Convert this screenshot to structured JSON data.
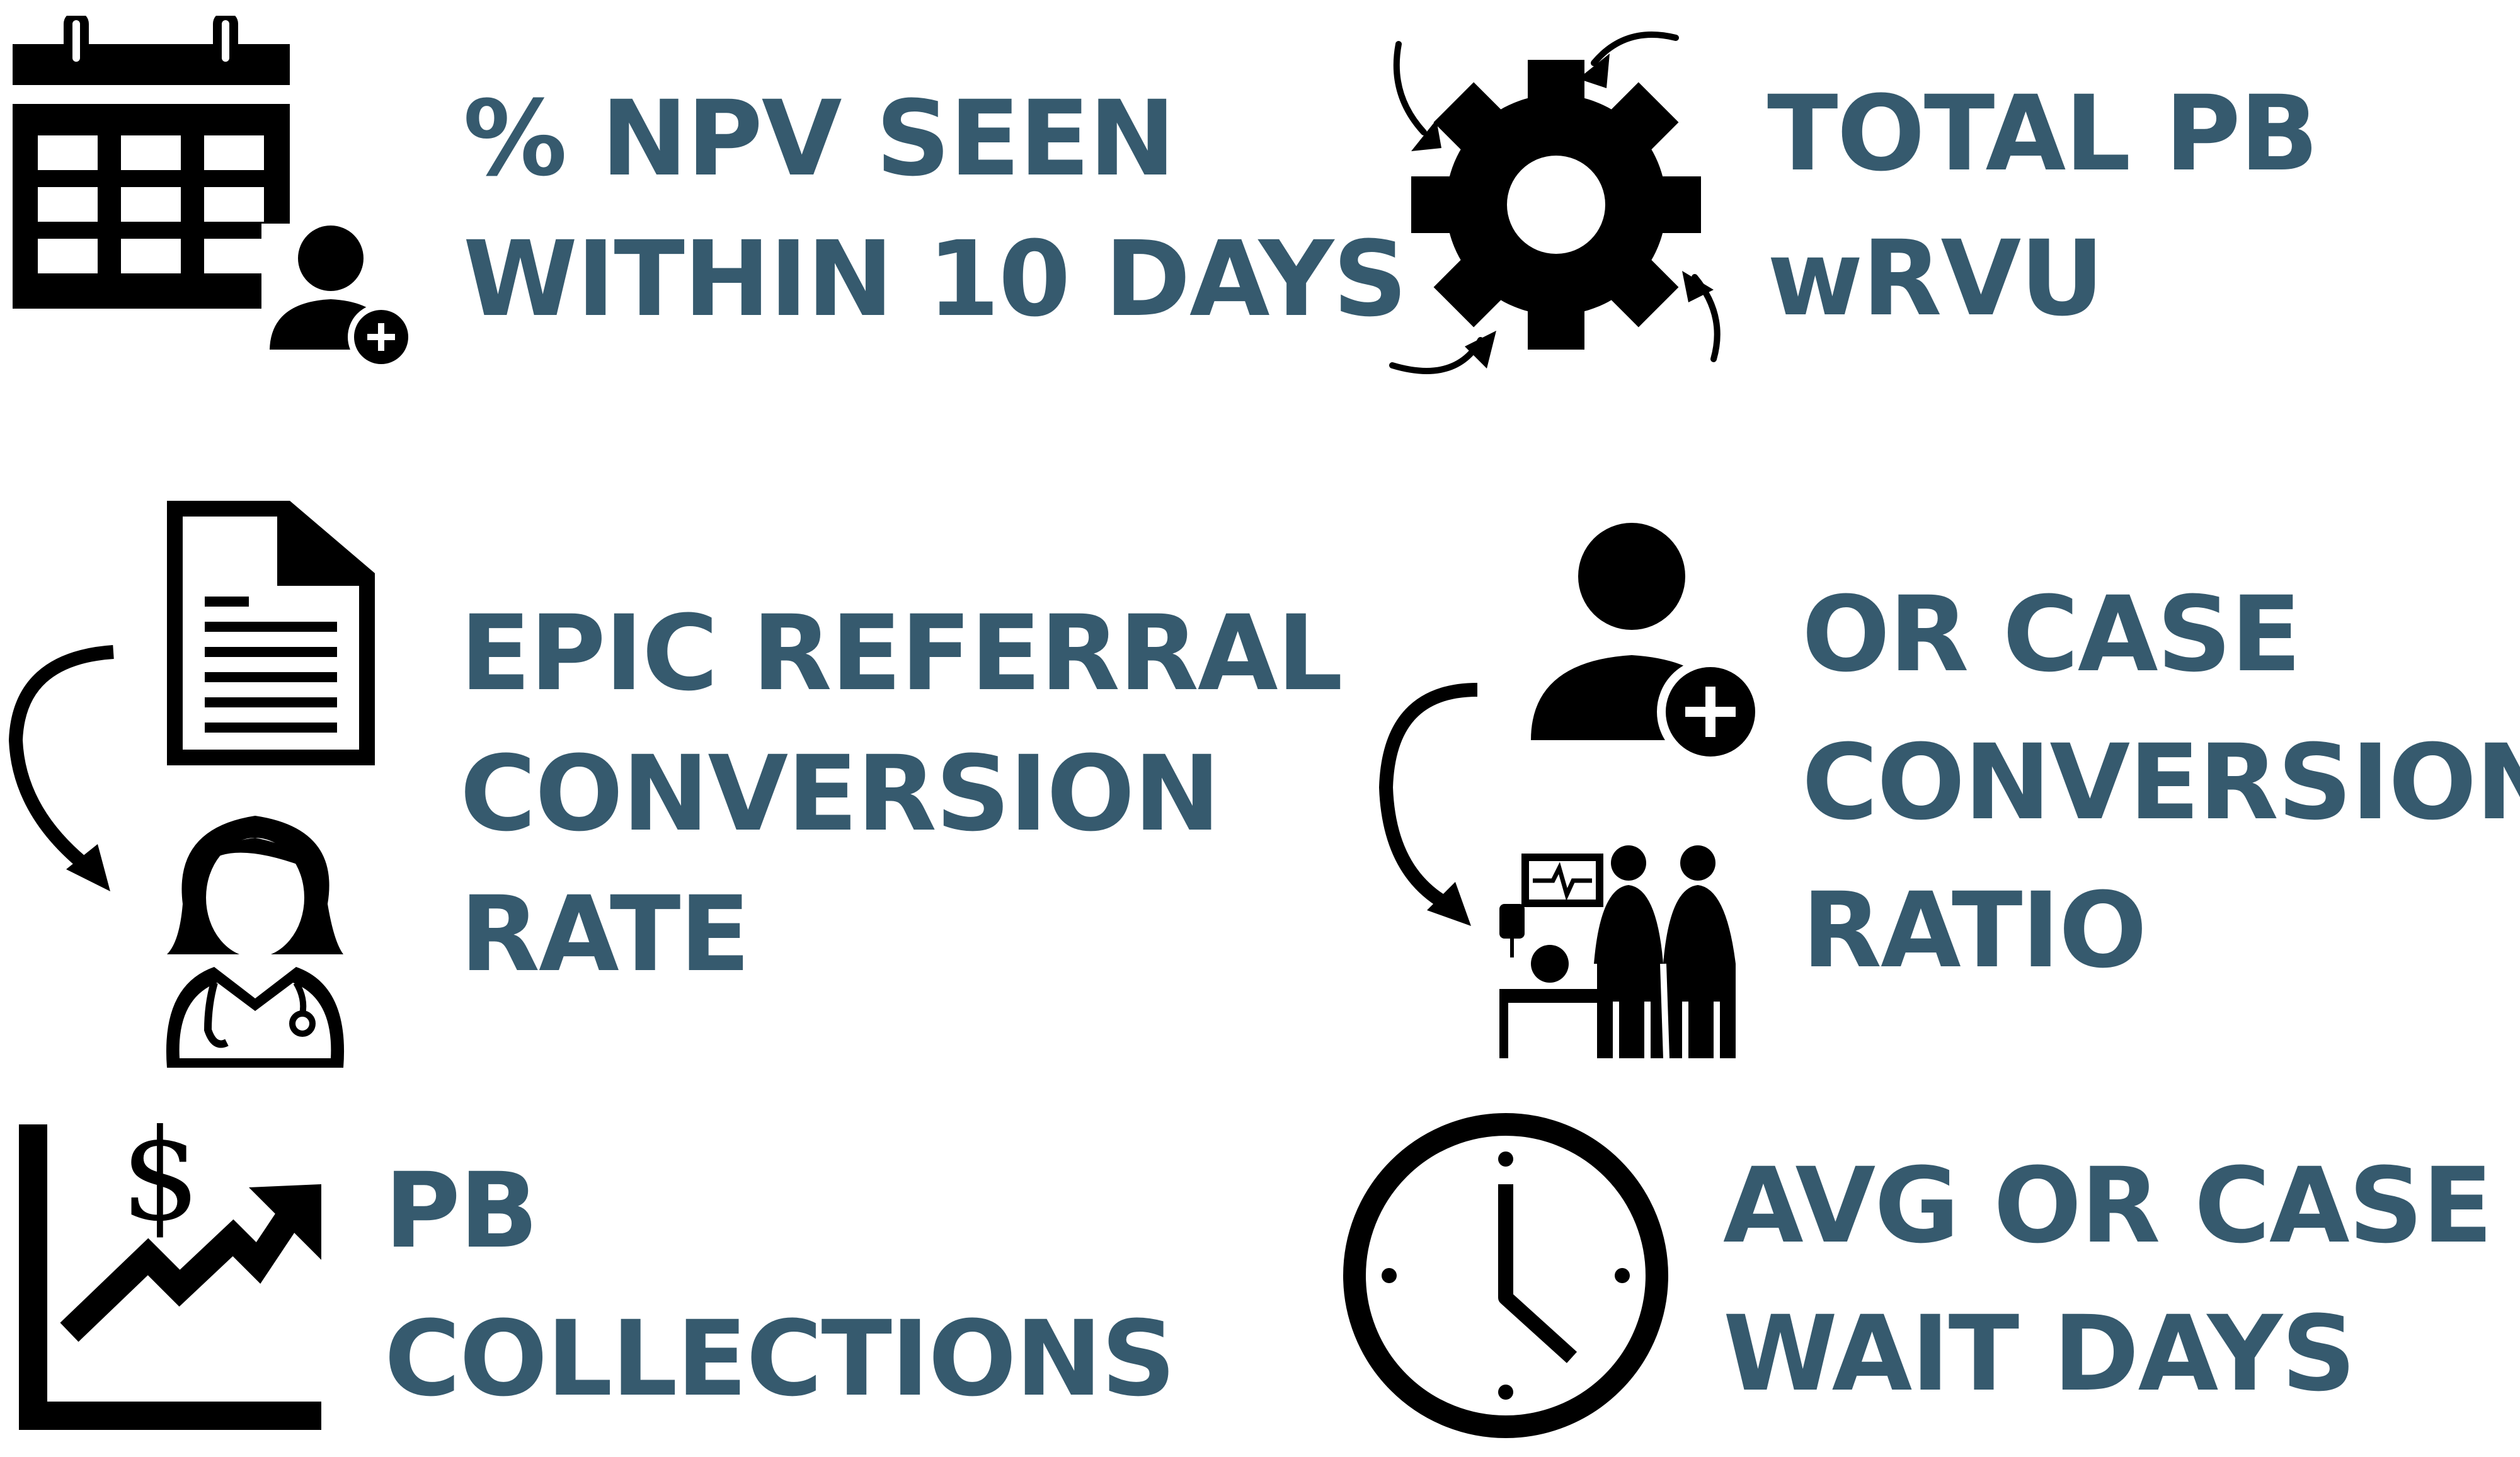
{
  "colors": {
    "label": "#365a6e",
    "icon": "#000000",
    "background": "#ffffff"
  },
  "metrics": [
    {
      "id": "npv",
      "icon": "calendar-add-user-icon",
      "lines": [
        "% NPV SEEN",
        "WITHIN 10 DAYS"
      ]
    },
    {
      "id": "wrvu",
      "icon": "gear-cycle-icon",
      "lines": [
        "TOTAL PB",
        "wRVU"
      ]
    },
    {
      "id": "referral",
      "icon": "document-to-doctor-icon",
      "lines": [
        "EPIC REFERRAL",
        "CONVERSION",
        "RATE"
      ]
    },
    {
      "id": "orcase",
      "icon": "patient-to-surgery-icon",
      "lines": [
        "OR CASE",
        "CONVERSION",
        "RATIO"
      ]
    },
    {
      "id": "pbcoll",
      "icon": "growth-chart-dollar-icon",
      "lines": [
        "PB",
        "COLLECTIONS"
      ]
    },
    {
      "id": "wait",
      "icon": "clock-icon",
      "lines": [
        "AVG OR CASE",
        "WAIT DAYS"
      ]
    }
  ]
}
